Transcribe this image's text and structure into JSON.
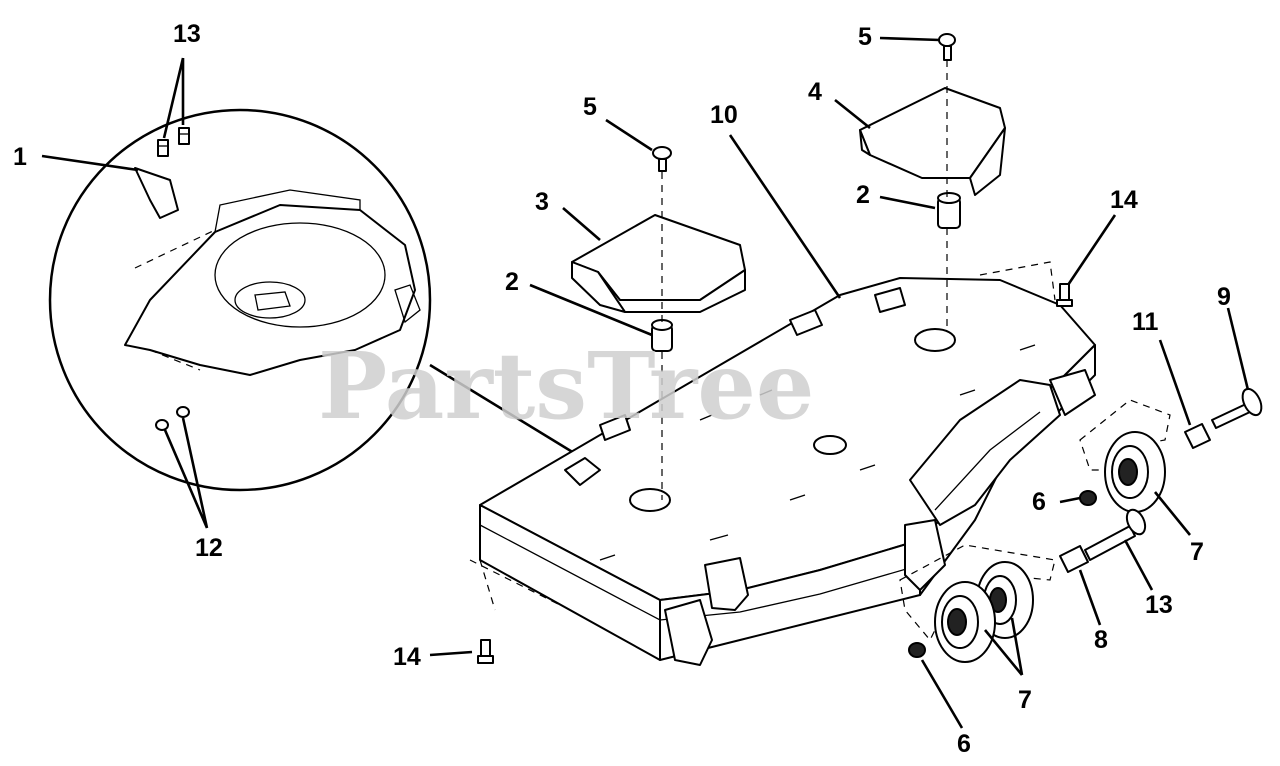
{
  "watermark": "PartsTree",
  "callouts": {
    "c1": "1",
    "c2a": "2",
    "c2b": "2",
    "c3": "3",
    "c4": "4",
    "c5a": "5",
    "c5b": "5",
    "c6a": "6",
    "c6b": "6",
    "c7a": "7",
    "c7b": "7",
    "c8": "8",
    "c9": "9",
    "c10": "10",
    "c11": "11",
    "c12": "12",
    "c13a": "13",
    "c13b": "13",
    "c14a": "14",
    "c14b": "14"
  }
}
